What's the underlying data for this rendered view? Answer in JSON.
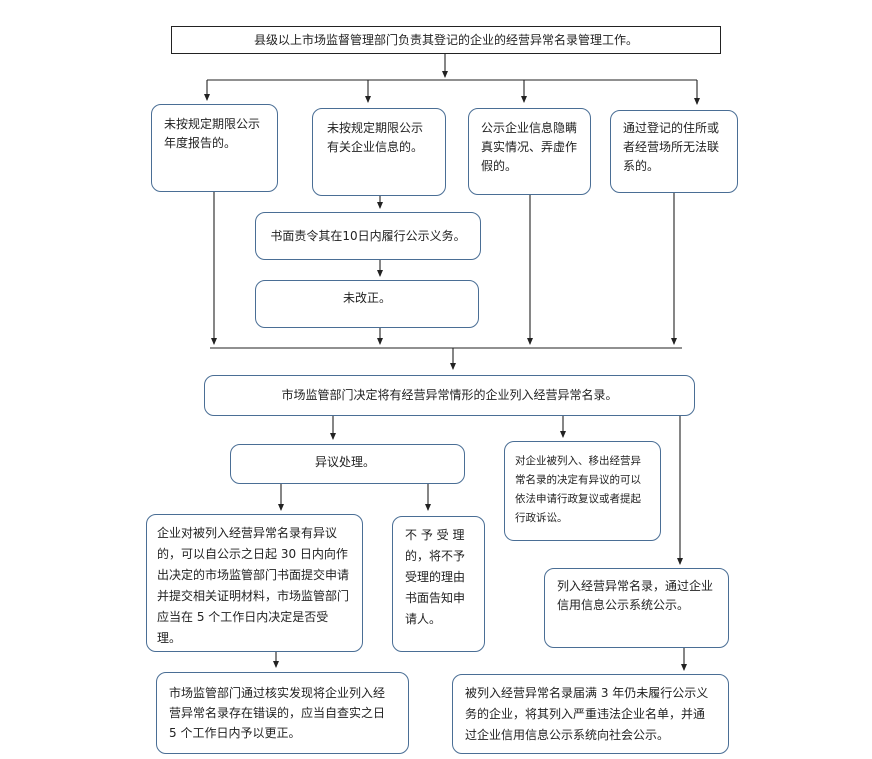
{
  "boxes": {
    "top": "县级以上市场监督管理部门负责其登记的企业的经营异常名录管理工作。",
    "c1": "未按规定期限公示年度报告的。",
    "c2": "未按规定期限公示有关企业信息的。",
    "c3": "公示企业信息隐瞒真实情况、弄虚作假的。",
    "c4": "通过登记的住所或者经营场所无法联系的。",
    "order": "书面责令其在10日内履行公示义务。",
    "nofix": "未改正。",
    "decide": "市场监管部门决定将有经营异常情形的企业列入经营异常名录。",
    "objection": "异议处理。",
    "review": "对企业被列入、移出经营异常名录的决定有异议的可以依法申请行政复议或者提起行政诉讼。",
    "apply": "企业对被列入经营异常名录有异议的，可以自公示之日起 30 日内向作出决定的市场监管部门书面提交申请并提交相关证明材料，市场监管部门应当在 5 个工作日内决定是否受理。",
    "reject": "不 予 受 理的，将不予受理的理由书面告知申请人。",
    "publish": "列入经营异常名录，通过企业信用信息公示系统公示。",
    "correct": "市场监管部门通过核实发现将企业列入经营异常名录存在错误的，应当自查实之日 5 个工作日内予以更正。",
    "blacklist": "被列入经营异常名录届满 3 年仍未履行公示义务的企业，将其列入严重违法企业名单，并通过企业信用信息公示系统向社会公示。"
  }
}
